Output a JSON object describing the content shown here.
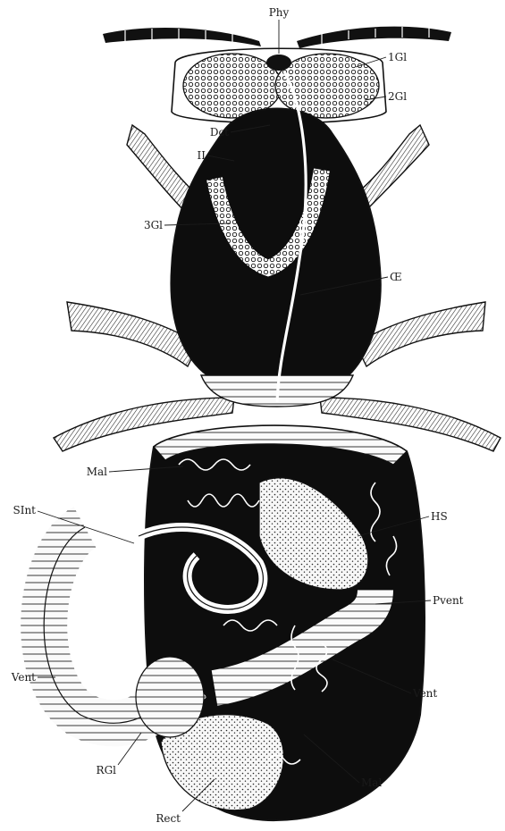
{
  "labels": {
    "phy": "Phy",
    "gl1": "1Gl",
    "gl2": "2Gl",
    "dct": "Dct",
    "ii": "II",
    "gl3": "3Gl",
    "oe": "Œ",
    "mal_top": "Mal",
    "sint": "SInt",
    "hs": "HS",
    "pvent": "Pvent",
    "vent_left": "Vent",
    "vent_right": "Vent",
    "rgl": "RGl",
    "mal_bottom": "Mal",
    "rect": "Rect"
  }
}
